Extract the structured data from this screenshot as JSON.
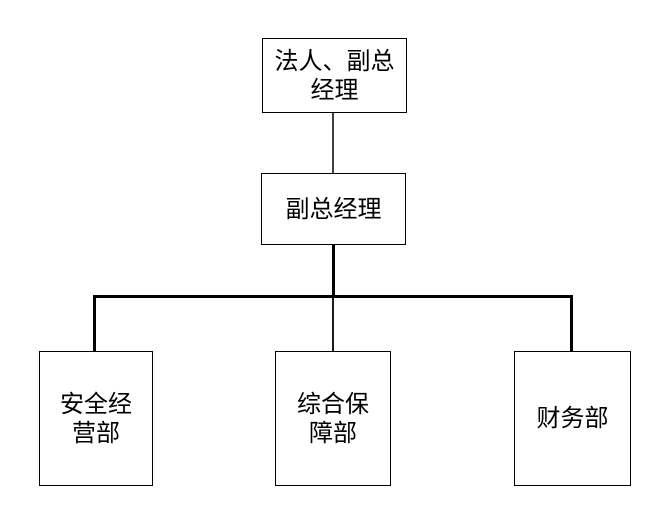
{
  "diagram": {
    "type": "org-chart",
    "colors": {
      "background": "#ffffff",
      "node_fill": "#ffffff",
      "node_border": "#000000",
      "connector": "#000000",
      "connector_top": "#3f3f3f",
      "text": "#000000"
    },
    "nodes": [
      {
        "id": "root",
        "label": "法人、副总\n经理"
      },
      {
        "id": "deputy",
        "label": "副总经理"
      },
      {
        "id": "dept1",
        "label": "安全经\n营部"
      },
      {
        "id": "dept2",
        "label": "综合保\n障部"
      },
      {
        "id": "dept3",
        "label": "财务部"
      }
    ],
    "edges": [
      {
        "from": "root",
        "to": "deputy"
      },
      {
        "from": "deputy",
        "to": "dept1"
      },
      {
        "from": "deputy",
        "to": "dept2"
      },
      {
        "from": "deputy",
        "to": "dept3"
      }
    ]
  }
}
